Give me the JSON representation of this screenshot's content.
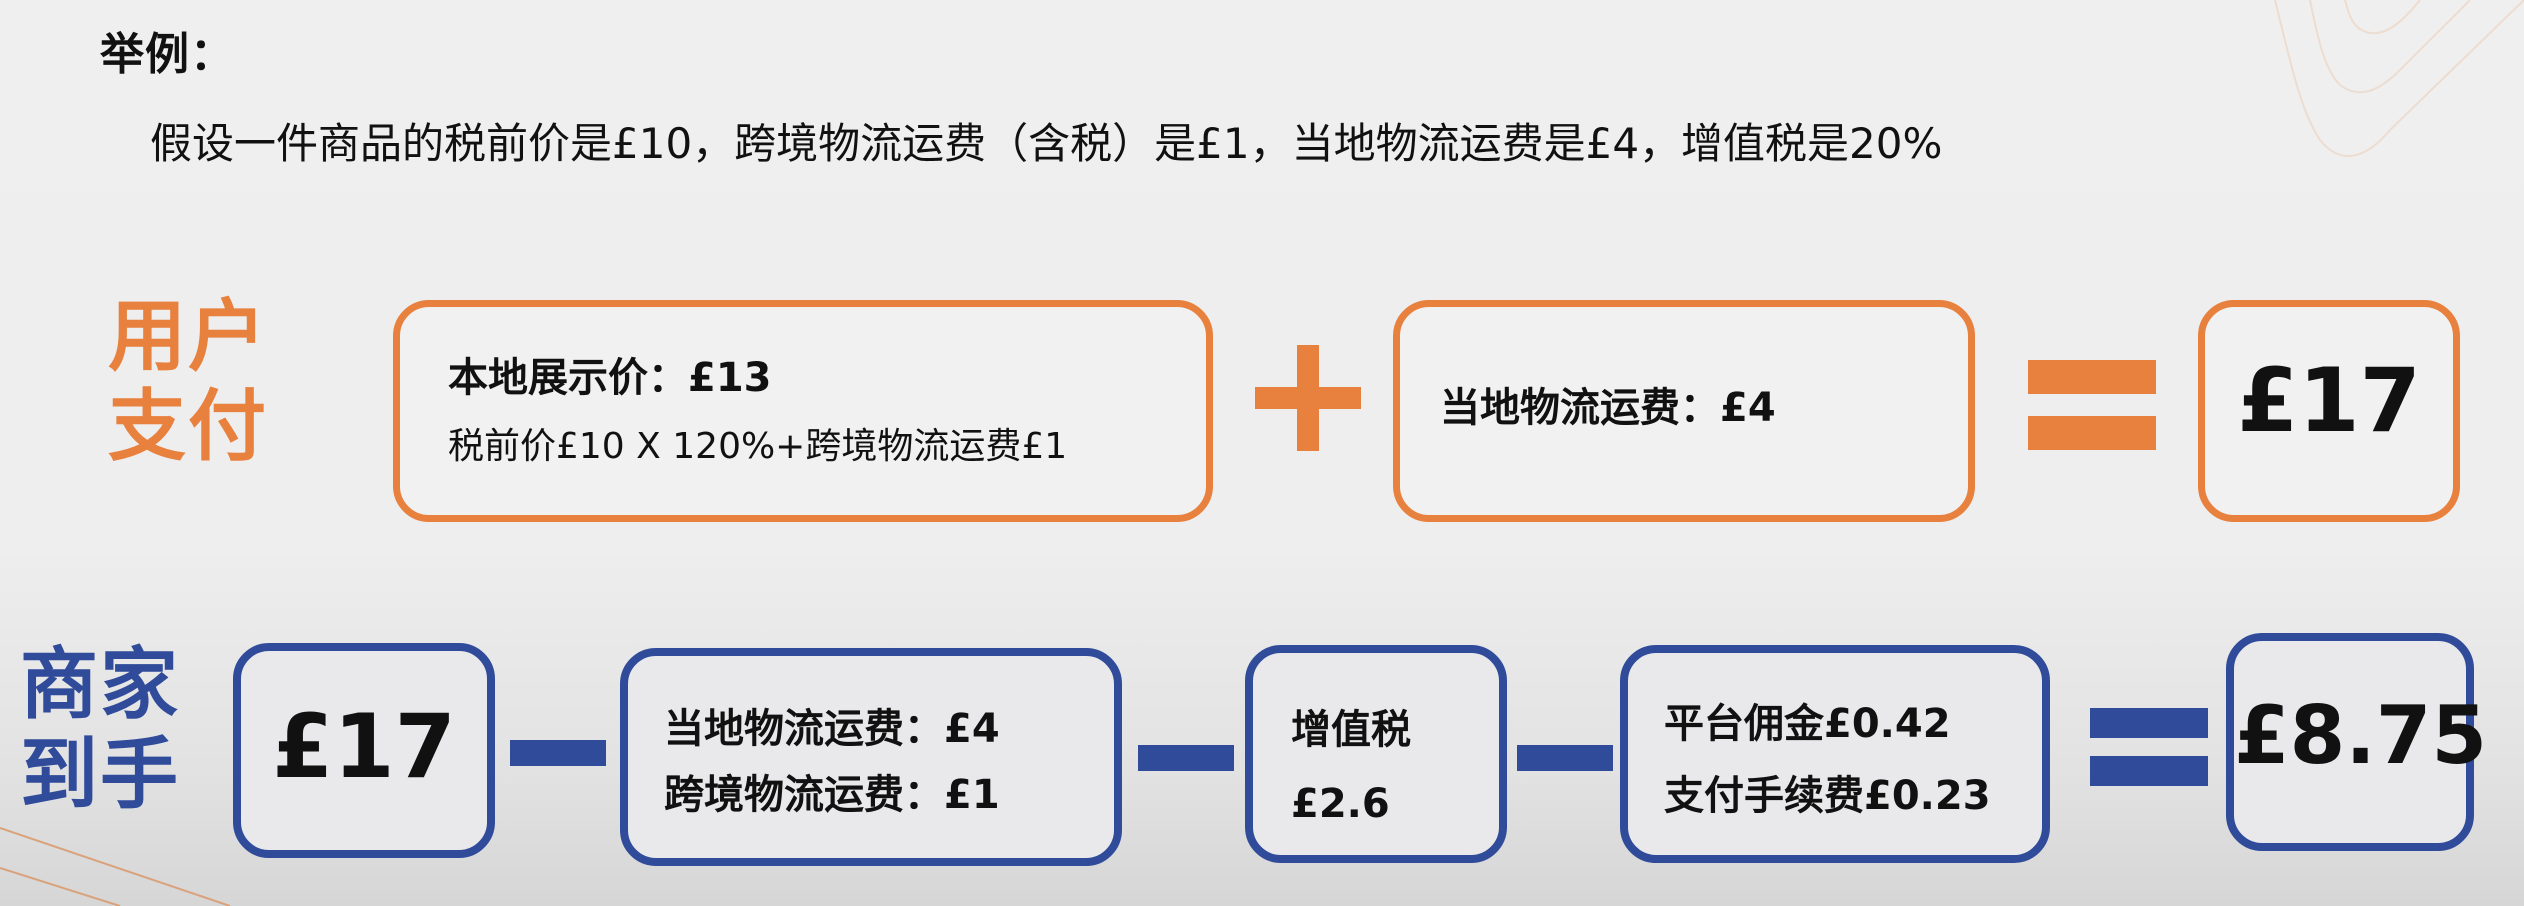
{
  "colors": {
    "orange": "#e8803e",
    "blue": "#2f4b9a",
    "text": "#111111",
    "background": "#efefef"
  },
  "heading": "举例：",
  "intro": "假设一件商品的税前价是£10，跨境物流运费（含税）是£1，当地物流运费是£4，增值税是20%",
  "user_payment": {
    "label_line1": "用户",
    "label_line2": "支付",
    "display_price_box": {
      "title": "本地展示价：£13",
      "formula": "税前价£10 X 120%+跨境物流运费£1"
    },
    "operator_plus": "+",
    "local_shipping_box": {
      "title": "当地物流运费：£4"
    },
    "operator_equals": "=",
    "total_box": {
      "value": "£17"
    }
  },
  "merchant_receipt": {
    "label_line1": "商家",
    "label_line2": "到手",
    "start_box": {
      "value": "£17"
    },
    "operator_minus_1": "−",
    "shipping_box": {
      "line1": "当地物流运费：£4",
      "line2": "跨境物流运费：£1"
    },
    "operator_minus_2": "−",
    "vat_box": {
      "line1": "增值税",
      "line2": "£2.6"
    },
    "operator_minus_3": "−",
    "fees_box": {
      "line1": "平台佣金£0.42",
      "line2": "支付手续费£0.23"
    },
    "operator_equals": "=",
    "result_box": {
      "value": "£8.75"
    }
  }
}
